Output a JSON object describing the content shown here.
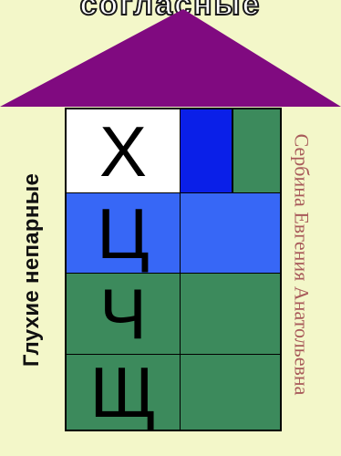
{
  "header": {
    "partial_title": "согласные"
  },
  "house": {
    "roof_color": "#800a80",
    "group_label": "Глухие непарные",
    "rows": [
      {
        "letter": "Х",
        "color": "#ffffff",
        "right_color": "#3c8a5c",
        "marker_color": "#0a1fe8"
      },
      {
        "letter": "Ц",
        "color": "#3767f6",
        "right_color": "#3767f6"
      },
      {
        "letter": "Ч",
        "color": "#3c8a5c",
        "right_color": "#3c8a5c"
      },
      {
        "letter": "Щ",
        "color": "#3c8a5c",
        "right_color": "#3c8a5c"
      }
    ]
  },
  "author": "Сербина Евгения Анатольевна"
}
